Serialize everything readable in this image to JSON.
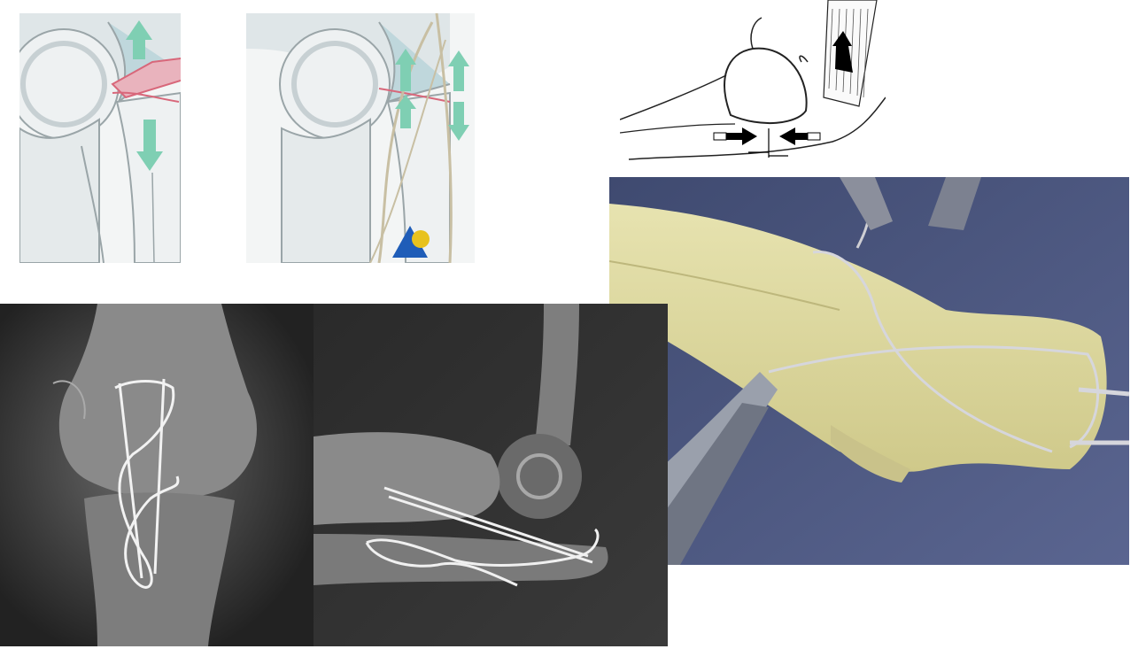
{
  "panels": [
    {
      "name": "drawing-fracture-forces-before",
      "kind": "illustration"
    },
    {
      "name": "drawing-tension-band-after",
      "kind": "illustration"
    },
    {
      "name": "drawing-lateral-elbow-arrows",
      "kind": "line-drawing"
    },
    {
      "name": "photo-bone-model-wiring",
      "kind": "photo"
    },
    {
      "name": "xray-ap-view",
      "kind": "radiograph"
    },
    {
      "name": "xray-lateral-view",
      "kind": "radiograph"
    }
  ],
  "colors": {
    "bone": "#eef1f2",
    "cartilage": "#bfd7dc",
    "arrow_green": "#7fcfb3",
    "fracture_red": "#d8677a",
    "wire": "#c8bfa3",
    "model_bone": "#dcd79c",
    "backdrop_blue": "#46507a",
    "xray_dark": "#1a1a1a"
  },
  "icons": [
    "arrow-down-icon",
    "arrow-up-icon",
    "arrow-right-icon",
    "arrow-left-icon",
    "logo-triangle-circle-icon"
  ]
}
